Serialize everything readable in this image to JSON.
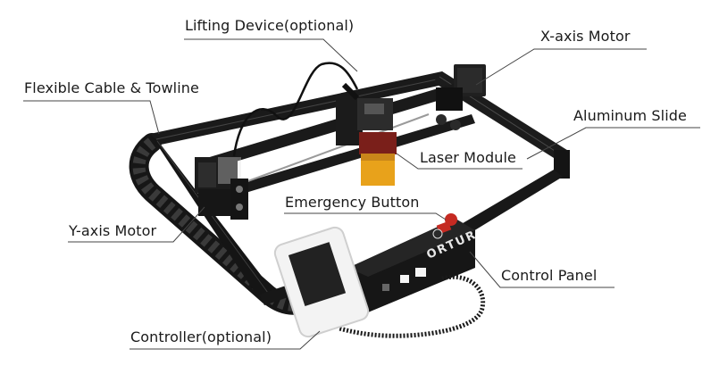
{
  "labels": {
    "lifting_device": "Lifting Device(optional)",
    "x_axis_motor": "X-axis Motor",
    "flexible_cable": "Flexible Cable & Towline",
    "aluminum_slide": "Aluminum Slide",
    "laser_module": "Laser Module",
    "emergency_button": "Emergency Button",
    "y_axis_motor": "Y-axis Motor",
    "control_panel": "Control Panel",
    "controller": "Controller(optional)"
  },
  "brand": "ORTUR",
  "colors": {
    "frame": "#161616",
    "laser_housing": "#e8a21b",
    "emergency_button": "#c52a22",
    "controller_body": "#f3f3f3",
    "screen": "#222222",
    "leader_line": "#444444"
  }
}
